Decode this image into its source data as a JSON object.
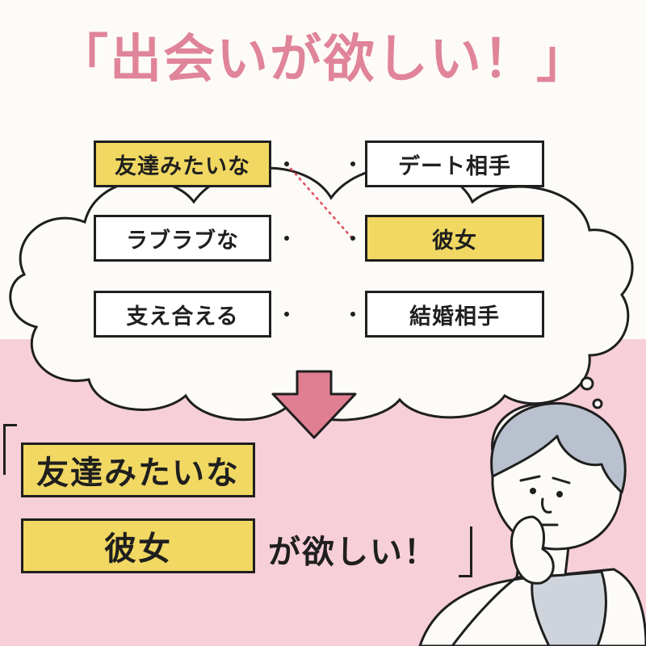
{
  "title": "「出会いが欲しい！」",
  "left_options": [
    {
      "label": "友達みたいな",
      "highlighted": true
    },
    {
      "label": "ラブラブな",
      "highlighted": false
    },
    {
      "label": "支え合える",
      "highlighted": false
    }
  ],
  "right_options": [
    {
      "label": "デート相手",
      "highlighted": false
    },
    {
      "label": "彼女",
      "highlighted": true
    },
    {
      "label": "結婚相手",
      "highlighted": false
    }
  ],
  "result": {
    "line1": "友達みたいな",
    "line2": "彼女",
    "suffix": "が欲しい！"
  },
  "colors": {
    "title_pink": "#e0849a",
    "highlight_yellow": "#f1d862",
    "pink_panel": "#f7cfd9",
    "arrow_pink": "#e07f92",
    "connector_red": "#e05060"
  }
}
